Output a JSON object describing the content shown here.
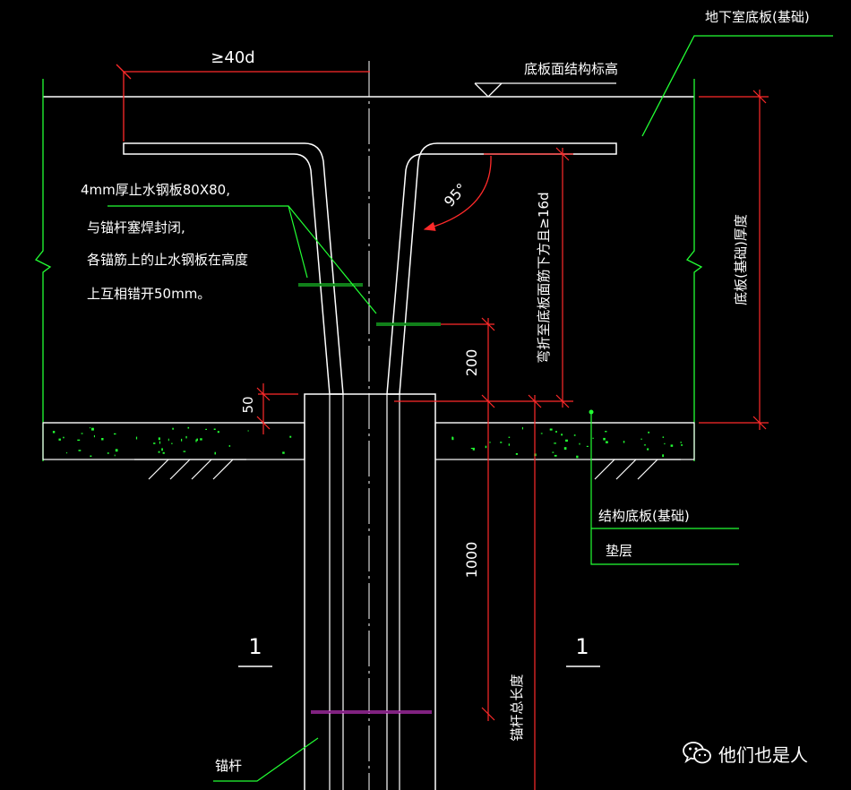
{
  "drawing": {
    "dim_anchor_length": "≥40d",
    "label_slab_surface": "底板面结构标高",
    "label_basement_slab": "地下室底板(基础)",
    "label_slab_thickness": "底板(基础)厚度",
    "note_lines": [
      "4mm厚止水钢板80X80,",
      "与锚杆塞焊封闭,",
      "各锚筋上的止水钢板在高度",
      "上互相错开50mm。"
    ],
    "dim_angle": "95°",
    "label_bend_bars": "弯折至底板面筋下方且≥16d",
    "dim_200": "200",
    "dim_50": "50",
    "dim_1000": "1000",
    "label_structural_slab": "结构底板(基础)",
    "label_cushion": "垫层",
    "section_mark": "1",
    "label_total_length": "锚杆总长度",
    "label_anchor": "锚杆",
    "colors": {
      "background": "#000000",
      "green": "#22ff33",
      "white": "#ffffff",
      "red": "#ff2a2a",
      "magenta": "#ff44ff"
    }
  },
  "watermark": {
    "icon": "wechat-icon",
    "text": "他们也是人"
  }
}
